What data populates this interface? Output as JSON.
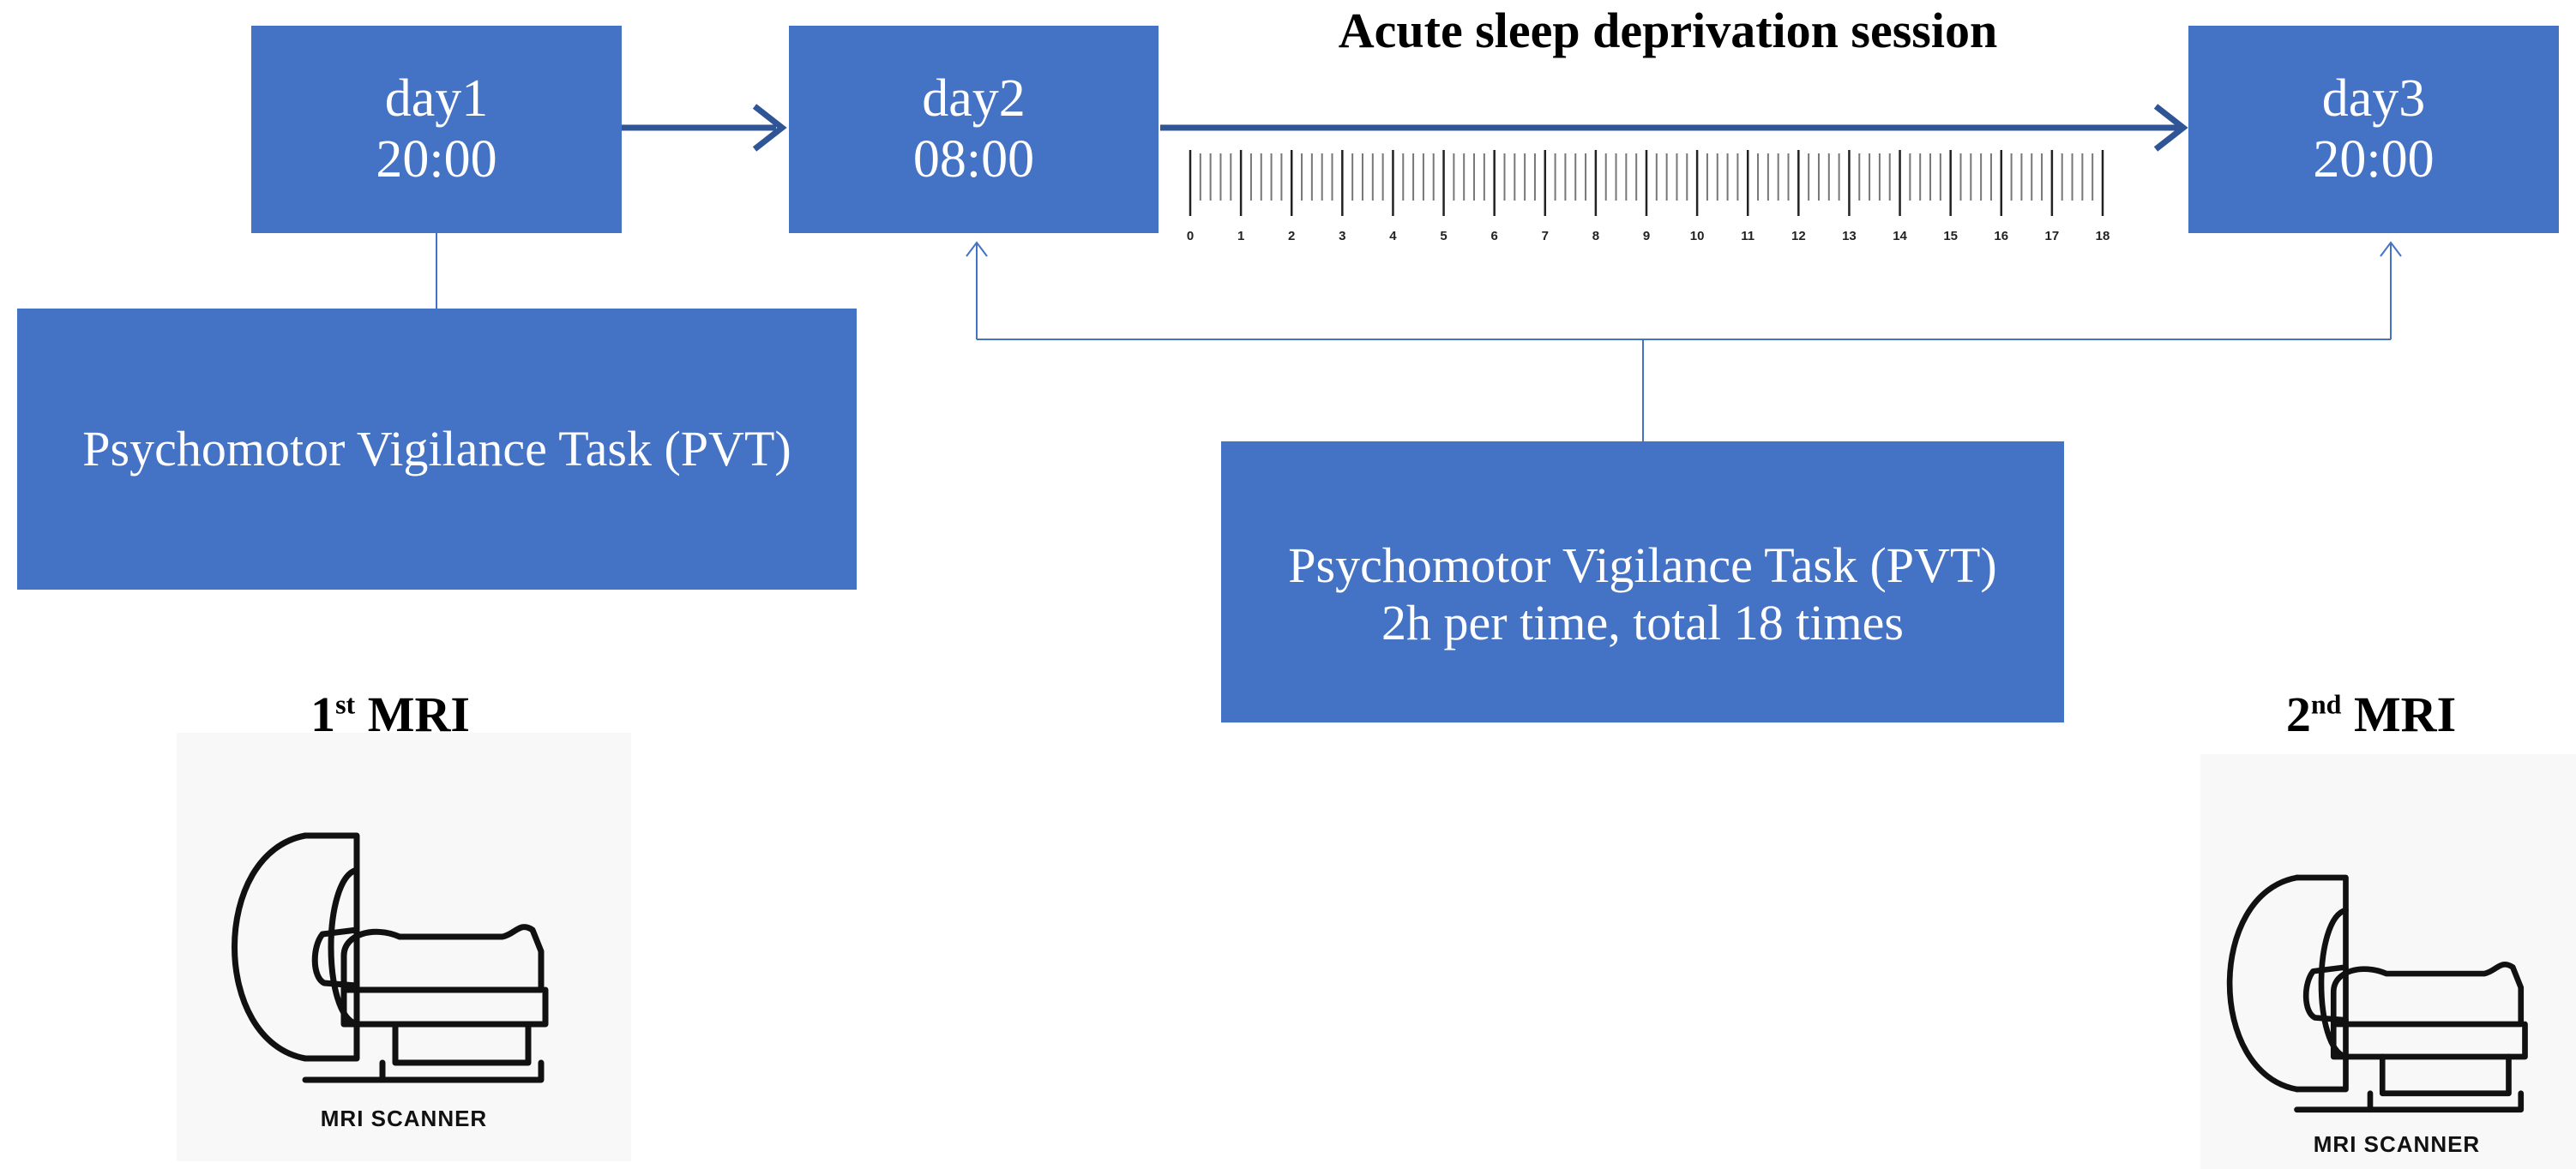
{
  "title": "Acute sleep deprivation session",
  "days": [
    {
      "day": "day1",
      "time": "20:00"
    },
    {
      "day": "day2",
      "time": "08:00"
    },
    {
      "day": "day3",
      "time": "20:00"
    }
  ],
  "pvt_first": {
    "line1": "Psychomotor Vigilance Task (PVT)"
  },
  "pvt_repeat": {
    "line1": "Psychomotor Vigilance Task (PVT)",
    "line2": "2h per time,  total 18 times"
  },
  "timeline_ticks": [
    "0",
    "1",
    "2",
    "3",
    "4",
    "5",
    "6",
    "7",
    "8",
    "9",
    "10",
    "11",
    "12",
    "13",
    "14",
    "15",
    "16",
    "17",
    "18"
  ],
  "mri": [
    {
      "ordinal": "1",
      "suffix": "st",
      "label": "MRI",
      "caption": "MRI SCANNER"
    },
    {
      "ordinal": "2",
      "suffix": "nd",
      "label": "MRI",
      "caption": "MRI SCANNER"
    }
  ],
  "colors": {
    "box": "#4472c4",
    "arrow": "#2f5597",
    "connector": "#4472c4"
  },
  "icons": [
    "mri-scanner-icon",
    "mri-scanner-icon"
  ]
}
